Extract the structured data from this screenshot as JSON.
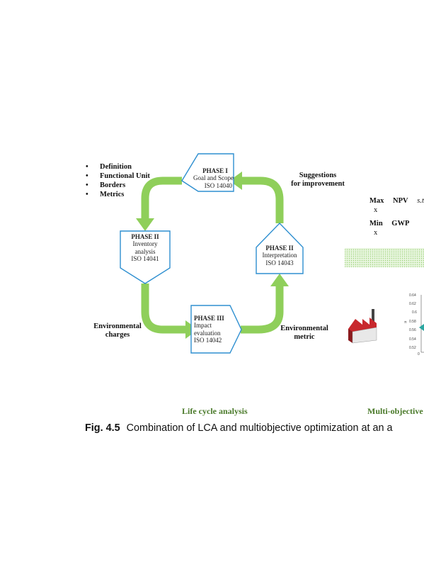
{
  "bullets": [
    "Definition",
    "Functional Unit",
    "Borders",
    "Metrics"
  ],
  "phases": {
    "goal": {
      "title": "PHASE I",
      "lines": [
        "Goal and Scope",
        "ISO 14040"
      ]
    },
    "inventory": {
      "title": "PHASE II",
      "lines": [
        "Inventory",
        "analysis",
        "ISO 14041"
      ]
    },
    "impact": {
      "title": "PHASE III",
      "lines": [
        "Impact",
        "evaluation",
        "ISO 14042"
      ]
    },
    "interpretation": {
      "title": "PHASE II",
      "lines": [
        "Interpretation",
        "ISO 14043"
      ]
    }
  },
  "labels": {
    "suggestions": [
      "Suggestions",
      "for improvement"
    ],
    "environmental_charges": [
      "Environmental",
      "charges"
    ],
    "environmental_metric": [
      "Environmental",
      "metric"
    ]
  },
  "optimization": {
    "max_label": "Max",
    "max_objective": "NPV",
    "st": "s.t",
    "min_label": "Min",
    "min_objective": "GWP",
    "var": "x"
  },
  "plot": {
    "yticks": [
      "0.64",
      "0.62",
      "0.6",
      "0.58",
      "0.56",
      "0.54",
      "0.52"
    ],
    "ylabel": "π",
    "xtick": "0"
  },
  "section_titles": {
    "left": "Life cycle analysis",
    "right": "Multi-objective"
  },
  "caption": {
    "fig_label": "Fig. 4.5",
    "text": "Combination of LCA and multiobjective optimization at an a"
  },
  "colors": {
    "arrow": "#8fcf5a",
    "box_border": "#2e8fd0",
    "title_green": "#4a7a2a",
    "dotted_green": "#9ed27a",
    "factory_red": "#c8282d",
    "marker_teal": "#2aa6a0"
  }
}
